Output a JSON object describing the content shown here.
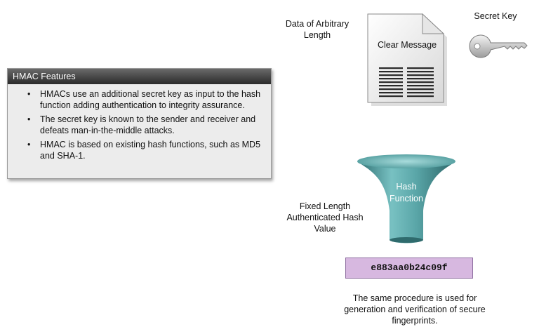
{
  "panel": {
    "title": "HMAC Features",
    "items": [
      "HMACs use an additional secret key as input to the hash function adding authentication to integrity assurance.",
      "The secret key is known to the sender and receiver and defeats man-in-the-middle attacks.",
      "HMAC is based on existing hash functions, such as MD5 and SHA-1."
    ]
  },
  "diagram": {
    "data_label": "Data of Arbitrary Length",
    "document_label": "Clear Message",
    "key_label": "Secret Key",
    "function_label": "Hash Function",
    "output_label": "Fixed Length Authenticated Hash Value",
    "hash_value": "e883aa0b24c09f",
    "procedure_note": "The same procedure is used for generation and verification of secure fingerprints."
  },
  "icons": {
    "document": "document-icon",
    "key": "key-icon",
    "funnel": "funnel-icon"
  },
  "colors": {
    "panel_header": "#3a3a3a",
    "funnel": "#4f9ea0",
    "hash_box": "#d7b8e0"
  }
}
